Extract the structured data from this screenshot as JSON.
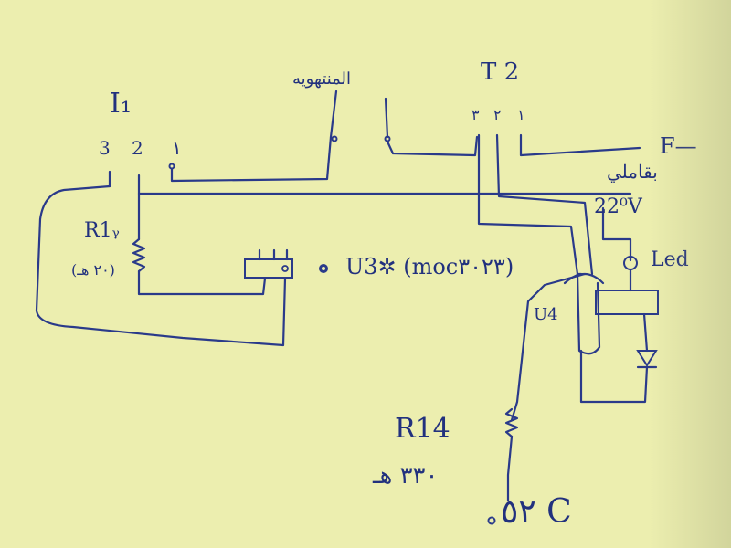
{
  "switch_t1": {
    "label": "I₁",
    "pin3": "3",
    "pin2": "2",
    "pin1": "١"
  },
  "switch_t2": {
    "label": "T 2",
    "pin3": "٣",
    "pin2": "٢",
    "pin1": "١"
  },
  "arabic_top": "المنتهویه",
  "line_f": "F—",
  "arabic_right": "بقاملي",
  "supply": "22⁰V",
  "resistor_r15": {
    "name": "R1ᵧ",
    "value": "(٢٠ هـ)"
  },
  "resistor_r14": {
    "name": "R14",
    "value": "٣٣٠ هـ"
  },
  "ic_u3": "U3✲ (moc٣٠٢٣)",
  "triac_u4": "U4",
  "led": "Led",
  "output": "٥۲ C",
  "colors": {
    "ink": "#2a3a8a",
    "paper": "#eceeaf"
  }
}
